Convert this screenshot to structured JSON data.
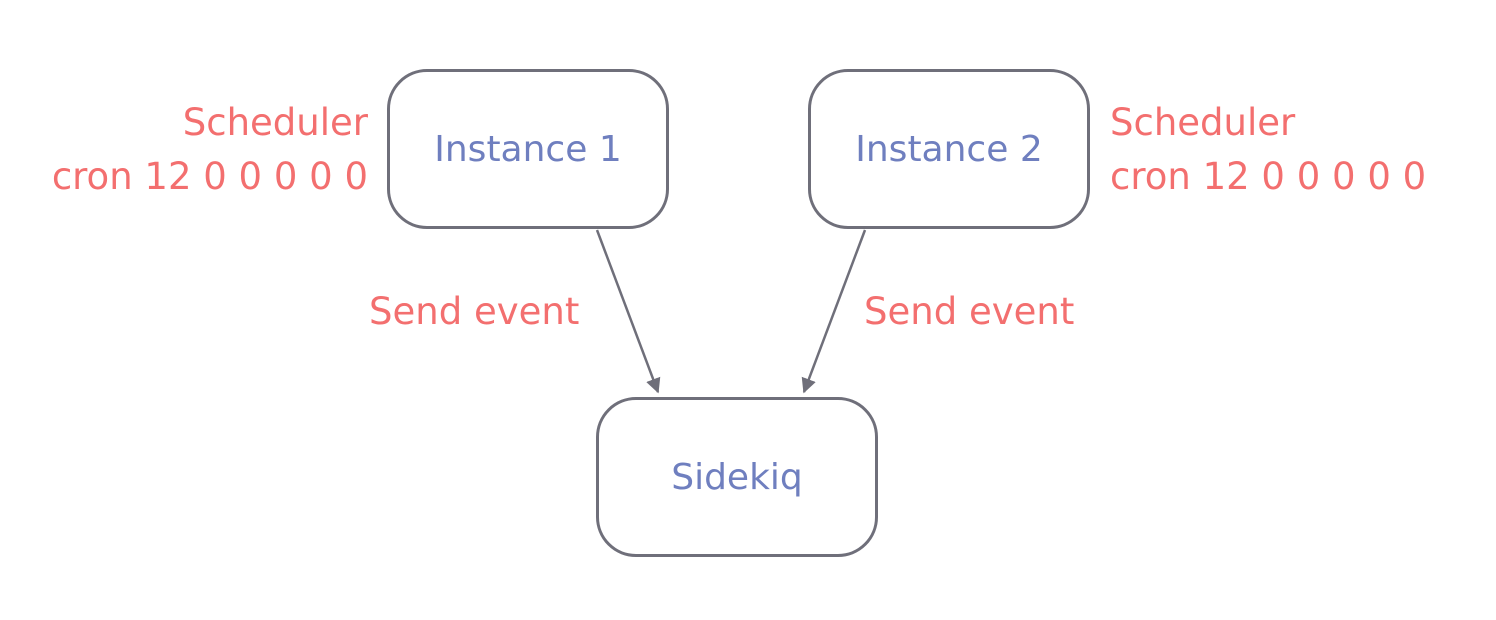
{
  "colors": {
    "node_text": "#6f7fbf",
    "note_text": "#f36f6f",
    "stroke": "#6f6f7a"
  },
  "nodes": {
    "instance1": {
      "label": "Instance 1"
    },
    "instance2": {
      "label": "Instance 2"
    },
    "sidekiq": {
      "label": "Sidekiq"
    }
  },
  "notes": {
    "left": {
      "line1": "Scheduler",
      "line2": "cron 12 0 0 0 0 0"
    },
    "right": {
      "line1": "Scheduler",
      "line2": "cron 12 0 0 0 0 0"
    }
  },
  "edges": [
    {
      "from": "instance1",
      "to": "sidekiq",
      "label": "Send event"
    },
    {
      "from": "instance2",
      "to": "sidekiq",
      "label": "Send event"
    }
  ]
}
